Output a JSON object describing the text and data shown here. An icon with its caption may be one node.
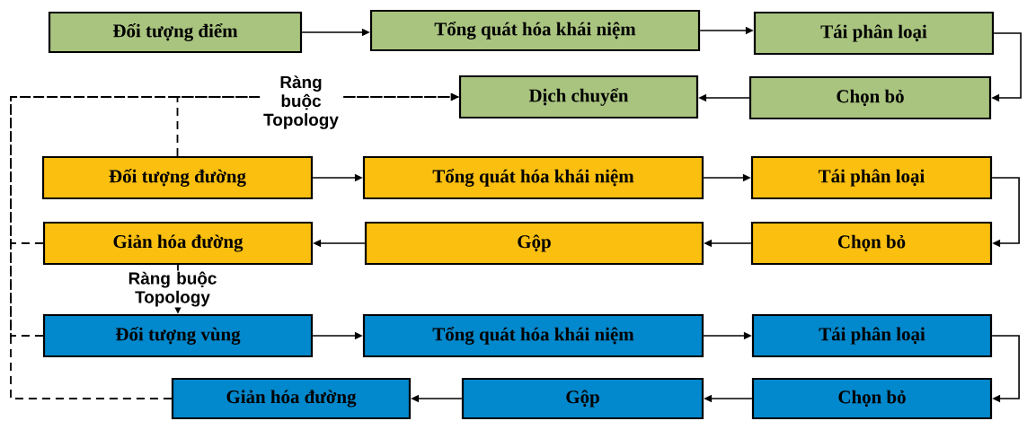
{
  "diagram": {
    "nodes": [
      {
        "text": [
          "Đối tượng điểm"
        ]
      },
      {
        "text": [
          "Tổng quát hóa khái niệm"
        ]
      },
      {
        "text": [
          "Tái phân loại"
        ]
      },
      {
        "text": [
          "Chọn bỏ"
        ]
      },
      {
        "text": [
          "Dịch chuyển"
        ]
      },
      {
        "text": [
          "Đối tượng đường"
        ]
      },
      {
        "text": [
          "Tổng quát hóa khái niệm"
        ]
      },
      {
        "text": [
          "Tái phân loại"
        ]
      },
      {
        "text": [
          "Chọn bỏ"
        ]
      },
      {
        "text": [
          "Gộp"
        ]
      },
      {
        "text": [
          "Giản hóa đường"
        ]
      },
      {
        "text": [
          "Đối tượng vùng"
        ]
      },
      {
        "text": [
          "Tổng quát hóa khái niệm"
        ]
      },
      {
        "text": [
          "Tái phân loại"
        ]
      },
      {
        "text": [
          "Chọn bỏ"
        ]
      },
      {
        "text": [
          "Gộp"
        ]
      },
      {
        "text": [
          "Giản hóa đường"
        ]
      }
    ],
    "edges": [
      {
        "from": 0,
        "to": 1,
        "arrow": "to"
      },
      {
        "from": 1,
        "to": 2,
        "arrow": "to"
      },
      {
        "from": 2,
        "to": 3,
        "arrow": "to"
      },
      {
        "from": 3,
        "to": 4,
        "arrow": "to"
      },
      {
        "from": 5,
        "to": 4,
        "arrow": "to",
        "style": "dashed",
        "label": "Ràng buộc Topology"
      },
      {
        "from": 5,
        "to": 6,
        "arrow": "to"
      },
      {
        "from": 6,
        "to": 7,
        "arrow": "to"
      },
      {
        "from": 7,
        "to": 8,
        "arrow": "to"
      },
      {
        "from": 8,
        "to": 9,
        "arrow": "to"
      },
      {
        "from": 9,
        "to": 10,
        "arrow": "to"
      },
      {
        "from": 10,
        "to": 4,
        "arrow": "to",
        "style": "dashed"
      },
      {
        "from": 10,
        "to": 11,
        "arrow": "to",
        "style": "dashed",
        "label": "Ràng buộc Topology"
      },
      {
        "from": 11,
        "to": 4,
        "arrow": "to",
        "style": "dashed"
      },
      {
        "from": 11,
        "to": 12,
        "arrow": "to"
      },
      {
        "from": 12,
        "to": 13,
        "arrow": "to"
      },
      {
        "from": 13,
        "to": 14,
        "arrow": "to"
      },
      {
        "from": 14,
        "to": 15,
        "arrow": "to"
      },
      {
        "from": 15,
        "to": 16,
        "arrow": "to"
      },
      {
        "from": 16,
        "to": 4,
        "arrow": "to",
        "style": "dashed"
      }
    ]
  }
}
